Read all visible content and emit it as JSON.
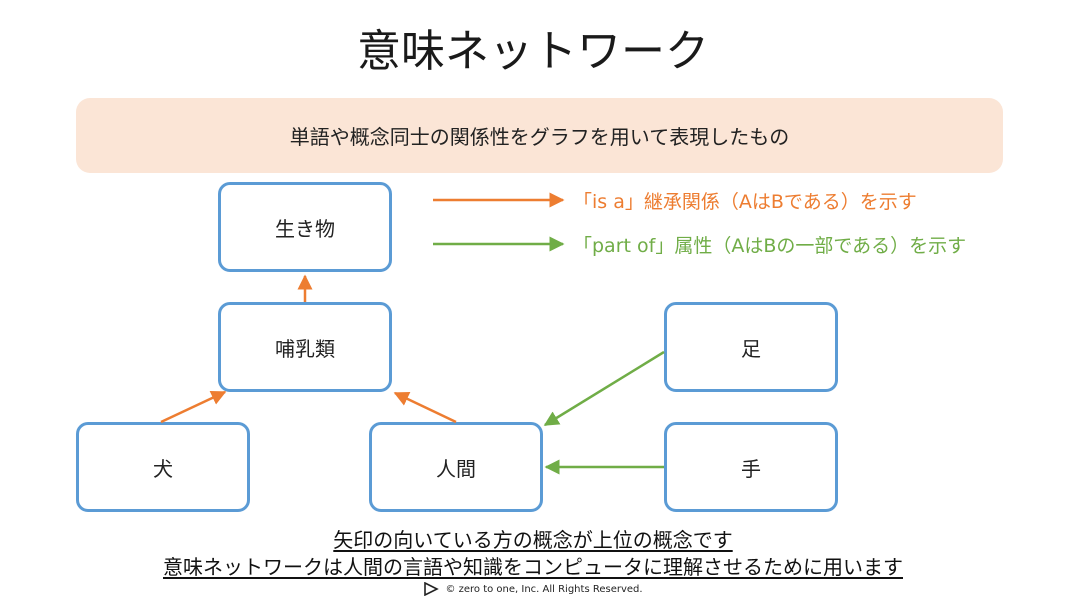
{
  "title": "意味ネットワーク",
  "banner": "単語や概念同士の関係性をグラフを用いて表現したもの",
  "nodes": {
    "organism": "生き物",
    "mammal": "哺乳類",
    "foot": "足",
    "dog": "犬",
    "human": "人間",
    "hand": "手"
  },
  "legend": {
    "is_a": "「is a」継承関係（AはBである）を示す",
    "part_of": "「part of」属性（AはBの一部である）を示す"
  },
  "footer": {
    "line1": "矢印の向いている方の概念が上位の概念です",
    "line2": "意味ネットワークは人間の言語や知識をコンピュータに理解させるために用います"
  },
  "copyright": "©  zero to one, Inc. All Rights Reserved.",
  "colors": {
    "is_a": "#ed7d31",
    "part_of": "#70ad47",
    "node_border": "#5b9bd5",
    "banner_bg": "#fbe5d6"
  }
}
